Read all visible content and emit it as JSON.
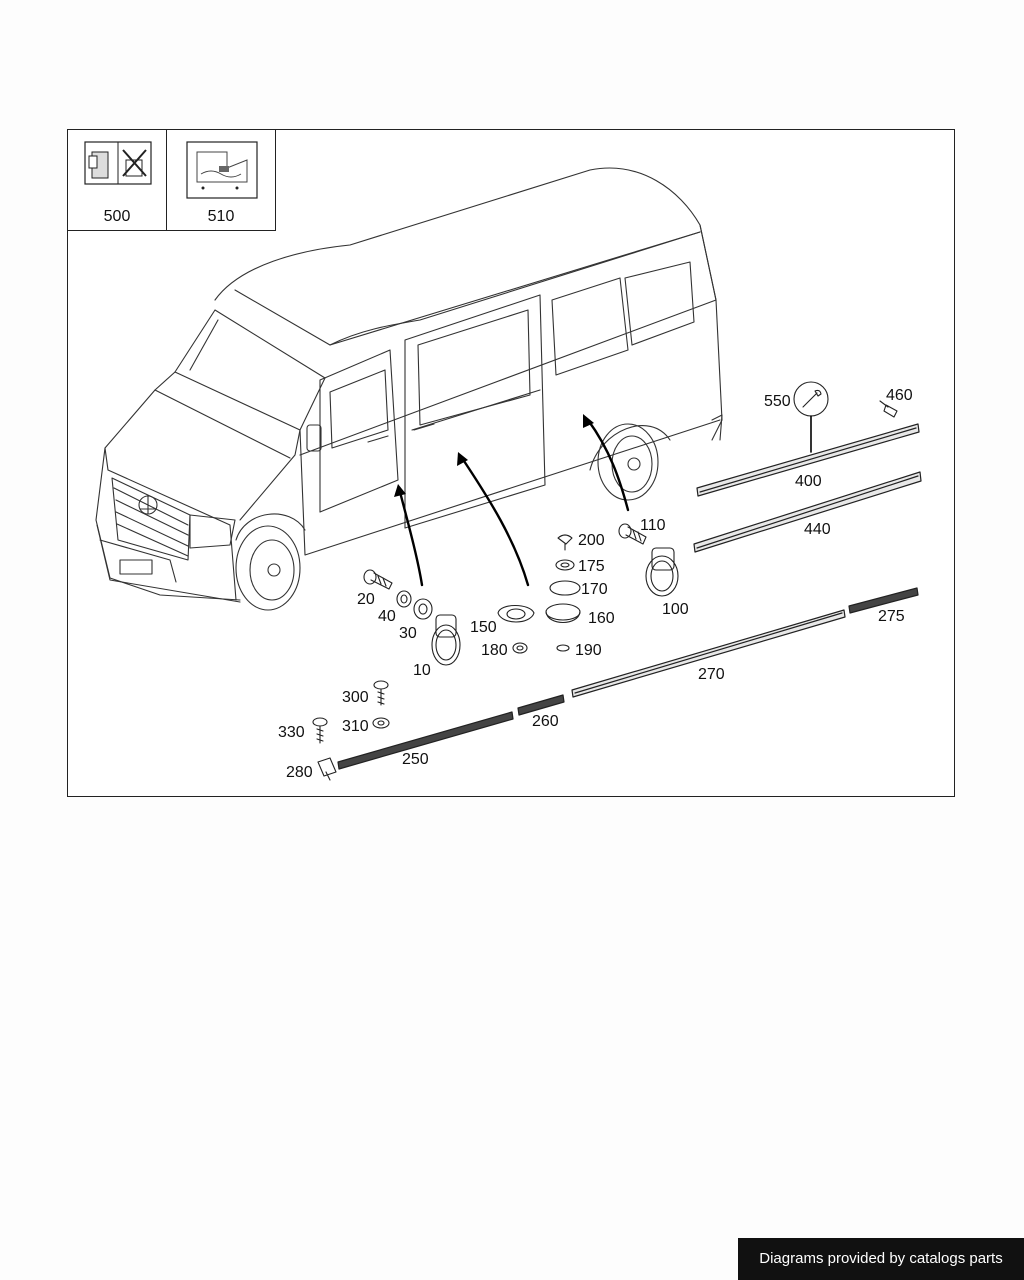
{
  "header_boxes": [
    {
      "number": "500",
      "icon": "door-reference-icon"
    },
    {
      "number": "510",
      "icon": "floor-plate-reference-icon"
    }
  ],
  "part_labels": {
    "p10": "10",
    "p20": "20",
    "p30": "30",
    "p40": "40",
    "p100": "100",
    "p110": "110",
    "p150": "150",
    "p160": "160",
    "p170": "170",
    "p175": "175",
    "p180": "180",
    "p190": "190",
    "p200": "200",
    "p250": "250",
    "p260": "260",
    "p270": "270",
    "p275": "275",
    "p280": "280",
    "p300": "300",
    "p310": "310",
    "p330": "330",
    "p400": "400",
    "p440": "440",
    "p460": "460",
    "p550": "550"
  },
  "footer": {
    "credit": "Diagrams provided by catalogs parts"
  }
}
